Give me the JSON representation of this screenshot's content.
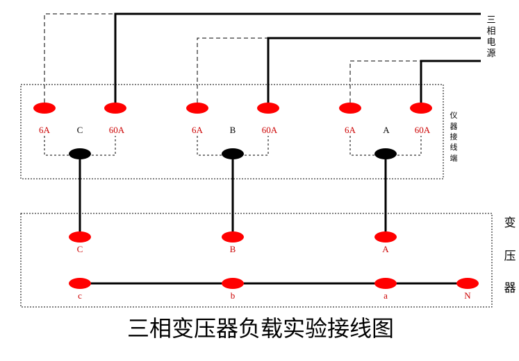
{
  "title": "三相变压器负载实验接线图",
  "power_source_label": [
    "三",
    "相",
    "电",
    "源"
  ],
  "instrument_label": [
    "仪",
    "器",
    "接",
    "线",
    "端"
  ],
  "transformer_label": [
    "变",
    "压",
    "器"
  ],
  "colors": {
    "terminal": "#ff0000",
    "junction": "#000000",
    "wire": "#000000",
    "terminal_text": "#cc0000"
  },
  "instrument_groups": [
    {
      "low_range": "6A",
      "phase": "C",
      "high_range": "60A"
    },
    {
      "low_range": "6A",
      "phase": "B",
      "high_range": "60A"
    },
    {
      "low_range": "6A",
      "phase": "A",
      "high_range": "60A"
    }
  ],
  "transformer_primary": [
    "C",
    "B",
    "A"
  ],
  "transformer_secondary": [
    "c",
    "b",
    "a",
    "N"
  ]
}
